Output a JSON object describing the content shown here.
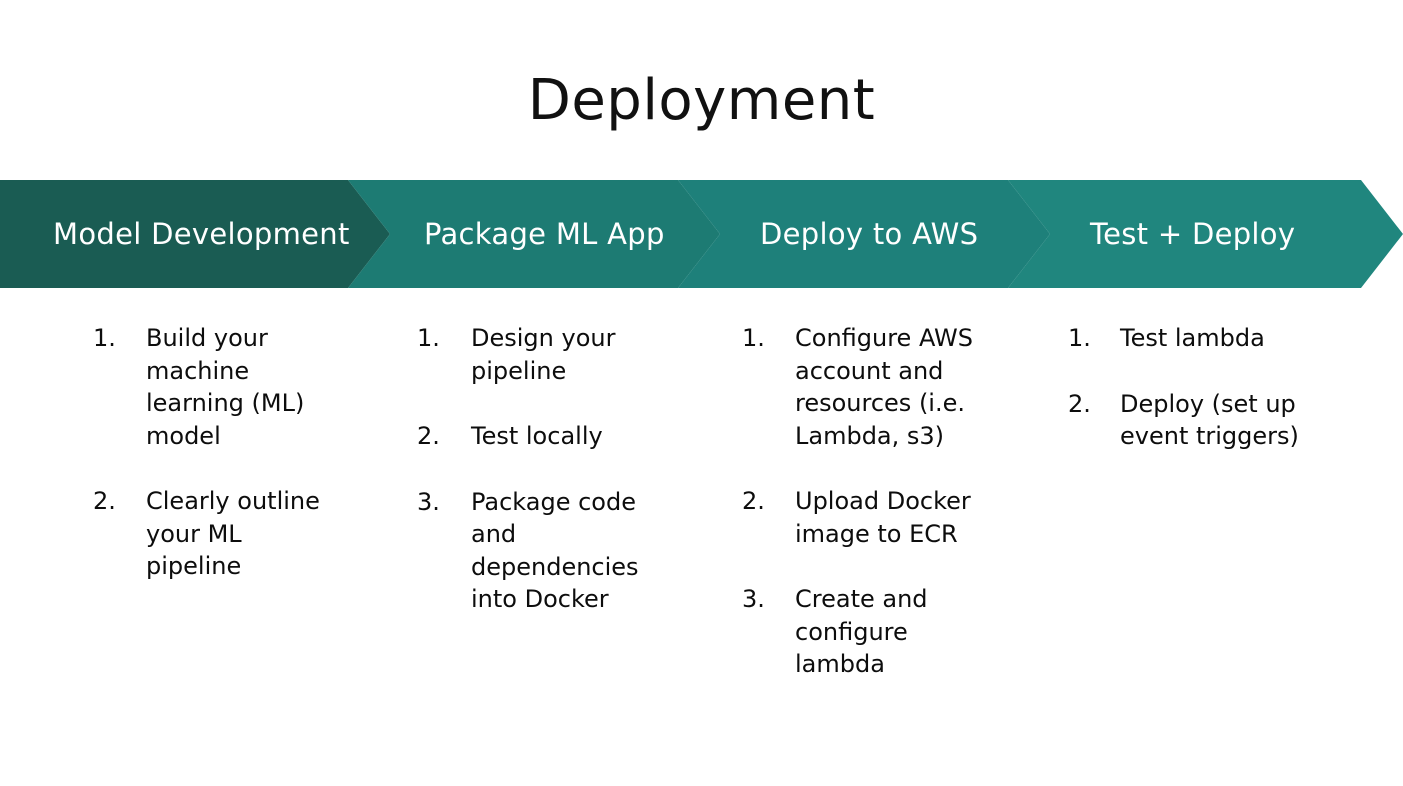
{
  "slide": {
    "title": "Deployment",
    "background_color": "#ffffff",
    "text_color": "#0d0d0d"
  },
  "process_band": {
    "steps": [
      {
        "label": "Model Development",
        "color": "#1a5c53",
        "label_color": "#ffffff"
      },
      {
        "label": "Package ML App",
        "color": "#1d7b73",
        "label_color": "#ffffff"
      },
      {
        "label": "Deploy to AWS",
        "color": "#1e807a",
        "label_color": "#ffffff"
      },
      {
        "label": "Test + Deploy",
        "color": "#20867e",
        "label_color": "#ffffff"
      }
    ]
  },
  "columns": [
    {
      "stage": "Model Development",
      "items": [
        {
          "num": "1.",
          "text": "Build your machine learning (ML) model"
        },
        {
          "num": "2.",
          "text": "Clearly outline your ML pipeline"
        }
      ]
    },
    {
      "stage": "Package ML App",
      "items": [
        {
          "num": "1.",
          "text": "Design your pipeline"
        },
        {
          "num": "2.",
          "text": "Test locally"
        },
        {
          "num": "3.",
          "text": "Package code and dependencies into Docker"
        }
      ]
    },
    {
      "stage": "Deploy to AWS",
      "items": [
        {
          "num": "1.",
          "text": "Configure AWS account and resources (i.e. Lambda, s3)"
        },
        {
          "num": "2.",
          "text": "Upload Docker image to ECR"
        },
        {
          "num": "3.",
          "text": "Create and configure lambda"
        }
      ]
    },
    {
      "stage": "Test + Deploy",
      "items": [
        {
          "num": "1.",
          "text": "Test lambda"
        },
        {
          "num": "2.",
          "text": "Deploy (set up event triggers)"
        }
      ]
    }
  ]
}
